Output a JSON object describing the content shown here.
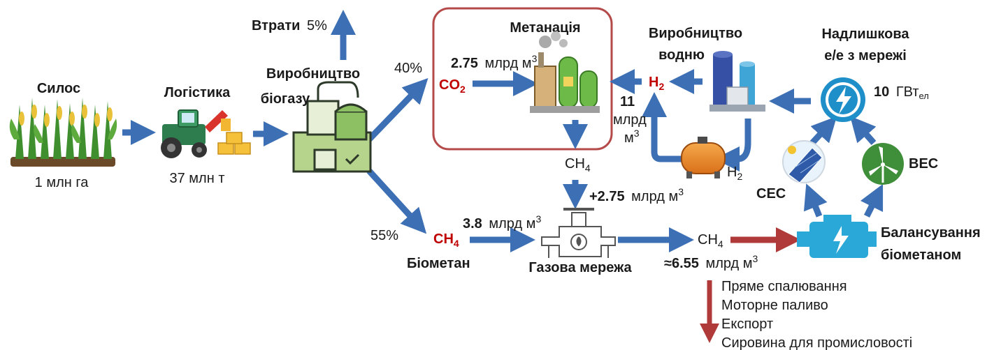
{
  "colors": {
    "arrow_blue": "#3d6fb4",
    "arrow_red": "#b03a3a",
    "box_border": "#b54a4a",
    "accent_red": "#c00000"
  },
  "silage": {
    "title": "Силос",
    "value": "1 млн га"
  },
  "logistics": {
    "title": "Логістика",
    "value": "37 млн т"
  },
  "biogas": {
    "title_line1": "Виробництво",
    "title_line2": "біогазу"
  },
  "losses": {
    "label": "Втрати",
    "value": "5%"
  },
  "methanation": {
    "title": "Метанація",
    "co2_pct": "40%",
    "co2_amount_num": "2.75",
    "co2_amount_unit": "млрд м",
    "co2_label": "CO",
    "output": "CH"
  },
  "hydrogen": {
    "title_line1": "Виробництво",
    "title_line2": "водню",
    "h2_label": "H",
    "amount_num": "11",
    "amount_unit1": "млрд",
    "amount_unit2": "м",
    "storage_label": "H"
  },
  "grid_power": {
    "title_line1": "Надлишкова",
    "title_line2": "е/е з мережі",
    "value_num": "10",
    "value_unit": "ГВт",
    "value_sub": "ел"
  },
  "solar": {
    "label": "СЕС"
  },
  "wind": {
    "label": "ВЕС"
  },
  "balancing": {
    "line1": "Балансування",
    "line2": "біометаном"
  },
  "biomethane": {
    "pct": "55%",
    "ch4_label": "CH",
    "amount_num": "3.8",
    "amount_unit": "млрд м",
    "title": "Біометан"
  },
  "methane_add": {
    "amount_prefix": "+2.75",
    "amount_unit": "млрд м"
  },
  "gas_grid": {
    "title": "Газова мережа",
    "ch4_label": "CH",
    "total_prefix": "≈6.55",
    "total_unit": "млрд м"
  },
  "uses": [
    "Пряме спалювання",
    "Моторне паливо",
    "Експорт",
    "Сировина для промисловості"
  ],
  "chem": {
    "sub_2": "2",
    "sub_4": "4",
    "sup_3": "3"
  }
}
